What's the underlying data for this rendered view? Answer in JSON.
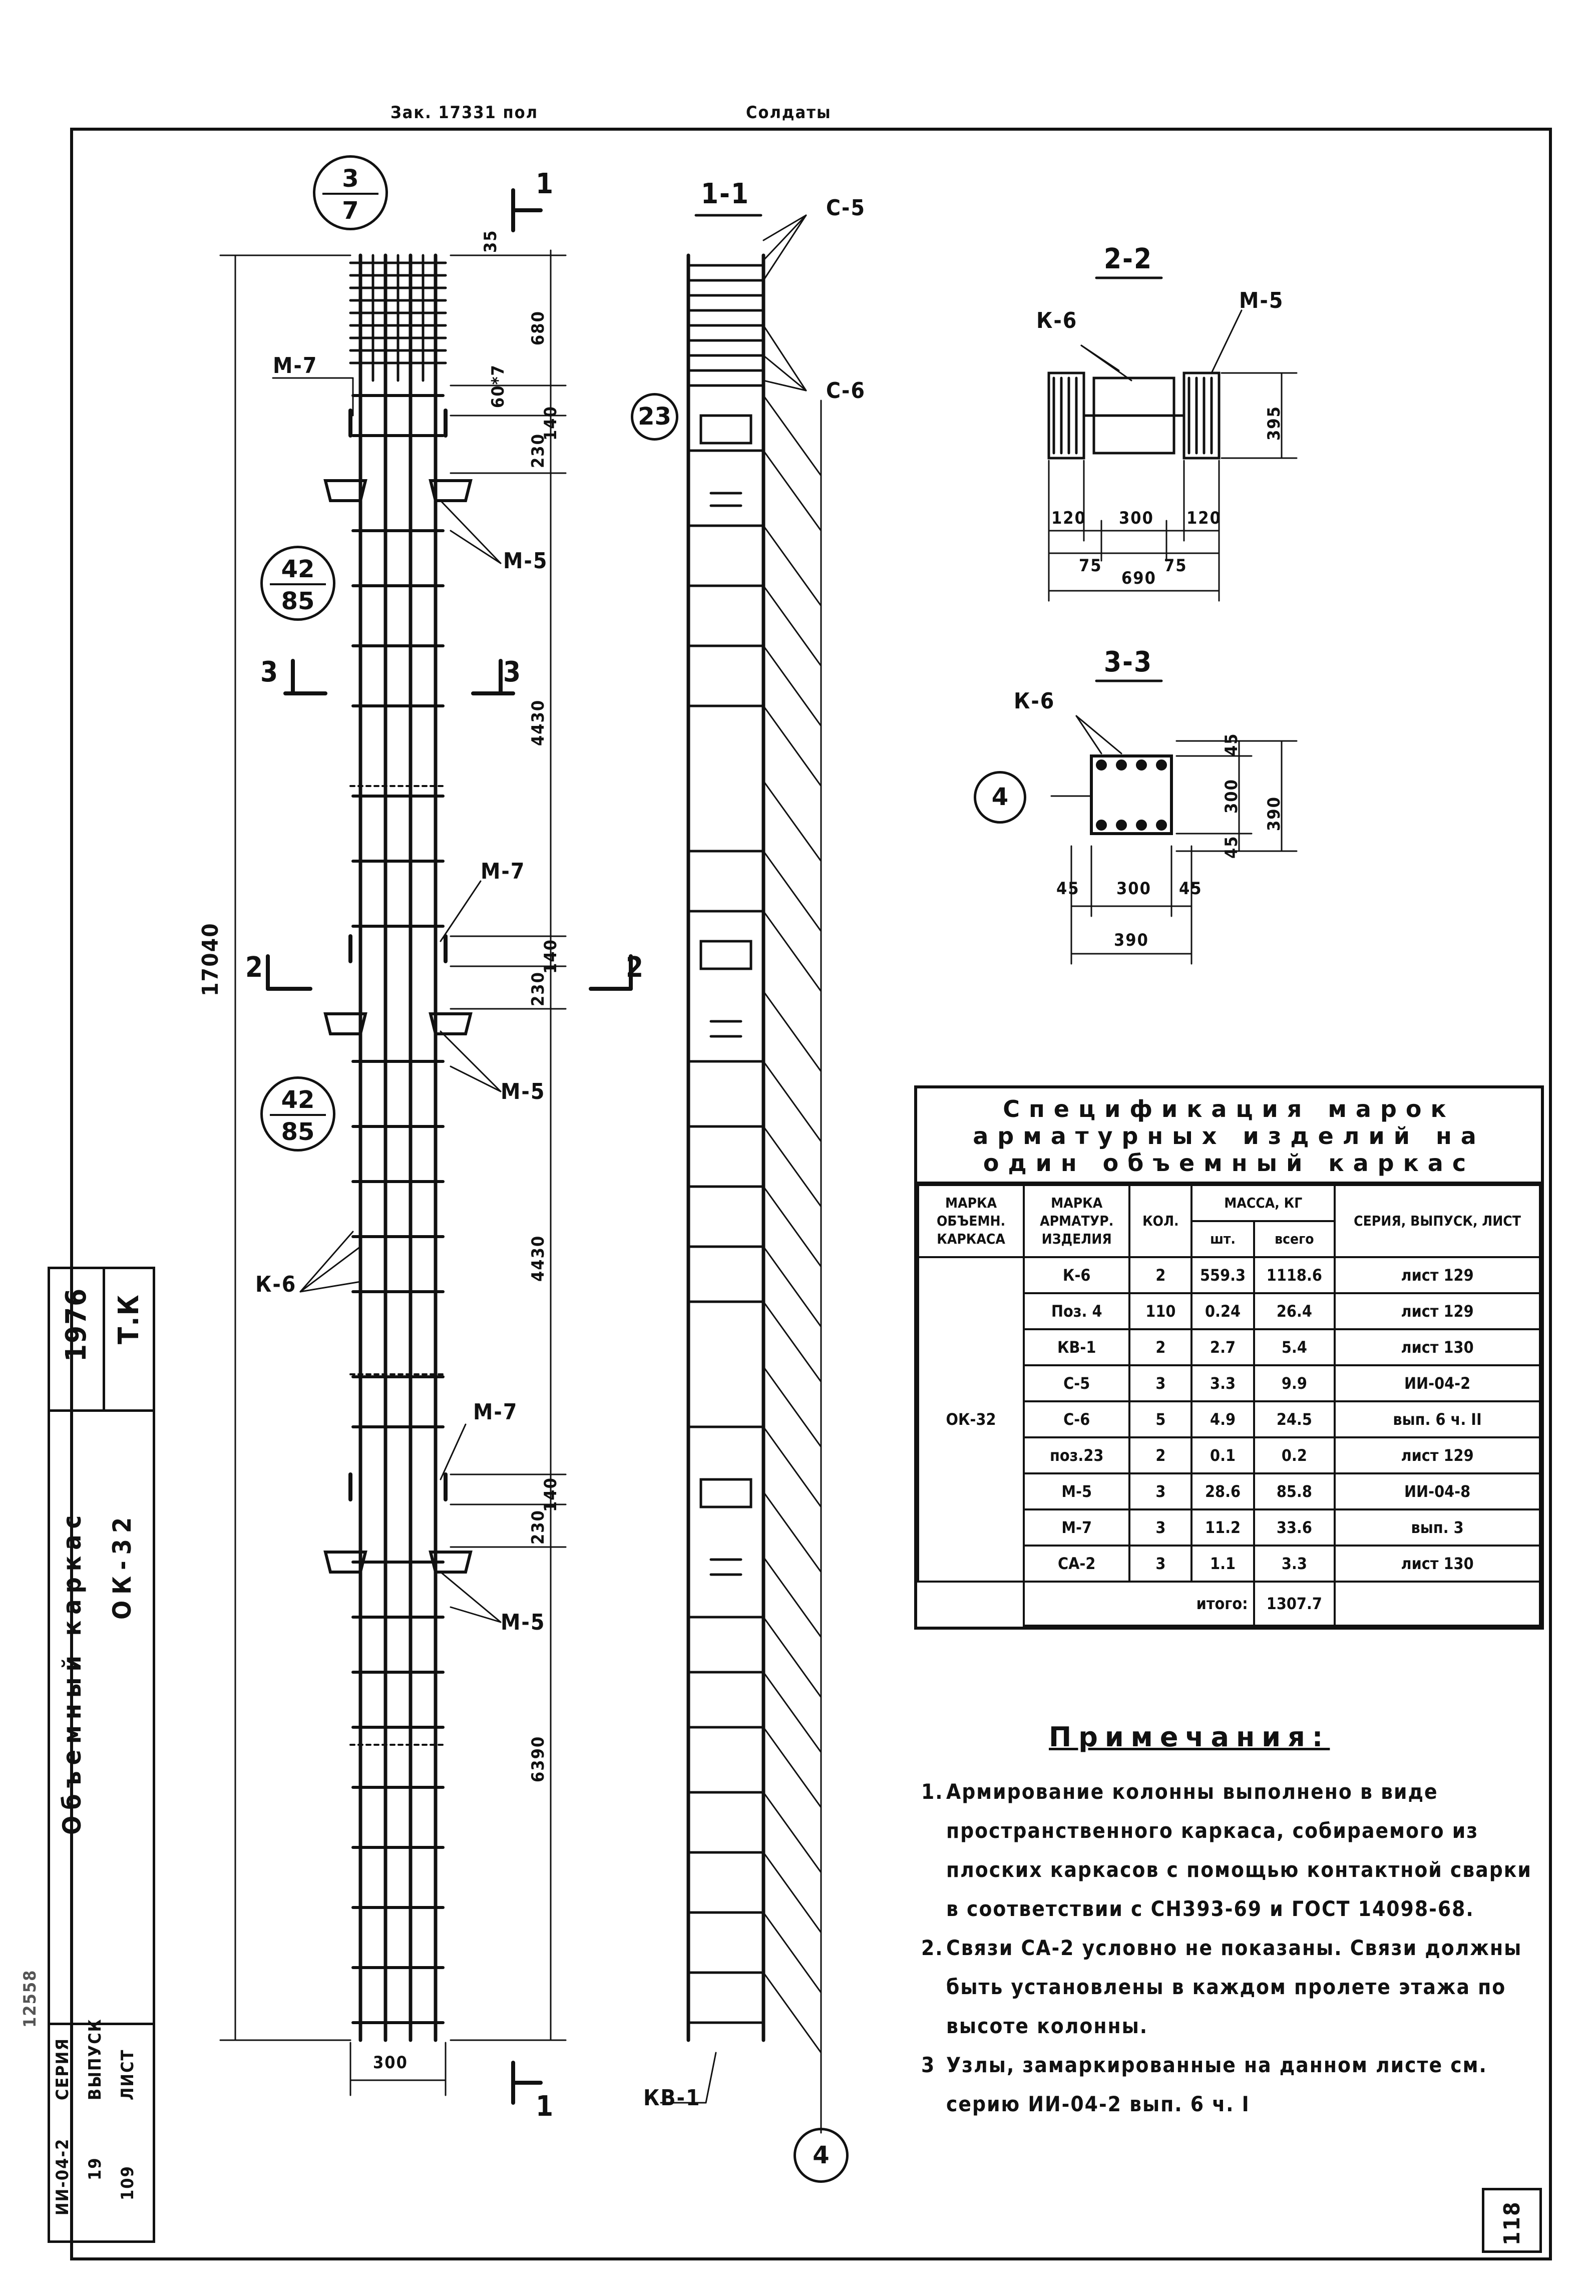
{
  "top_marks": {
    "left": "Зак. 17331 пол",
    "right": "Солдаты"
  },
  "sections": {
    "s11": "1-1",
    "s22": "2-2",
    "s33": "3-3",
    "cut1_top": "1",
    "cut1_bot": "1",
    "cut2_left": "2",
    "cut2_right": "2",
    "cut3_left": "3",
    "cut3_right": "3"
  },
  "node_refs": [
    {
      "top": "3",
      "bottom": "7"
    },
    {
      "top": "42",
      "bottom": "85"
    },
    {
      "top": "42",
      "bottom": "85"
    }
  ],
  "elevation": {
    "total_height": "17040",
    "segments": [
      "680",
      "230",
      "4430",
      "230",
      "4430",
      "230",
      "6390"
    ],
    "small_dims": [
      "35",
      "60*7",
      "140",
      "140",
      "140"
    ],
    "width": "300",
    "labels": {
      "m7": "М-7",
      "m5": "М-5",
      "k6": "К-6",
      "c5": "С-5",
      "c6": "С-6",
      "kv1": "КВ-1",
      "p23": "23",
      "p4": "4"
    }
  },
  "section22": {
    "k6": "К-6",
    "m5": "М-5",
    "height": "395",
    "dims": [
      "120",
      "300",
      "120",
      "75",
      "75",
      "690"
    ]
  },
  "section33": {
    "k6": "К-6",
    "pos": "4",
    "dims_v": [
      "45",
      "300",
      "45",
      "390"
    ],
    "dims_h": [
      "45",
      "300",
      "45",
      "390"
    ]
  },
  "spec": {
    "title": [
      "Спецификация марок",
      "арматурных изделий на",
      "один объемный каркас"
    ],
    "headers": {
      "mark_frame": "МАРКА ОБЪЕМН. КАРКАСА",
      "mark_item": "МАРКА АРМАТУР. ИЗДЕЛИЯ",
      "qty": "КОЛ.",
      "mass": "МАССА, КГ",
      "unit": "шт.",
      "total": "всего",
      "series": "СЕРИЯ, ВЫПУСК, ЛИСТ"
    },
    "frame_mark": "ОК-32",
    "rows": [
      {
        "item": "К-6",
        "qty": "2",
        "unit": "559.3",
        "total": "1118.6",
        "series": "лист 129"
      },
      {
        "item": "Поз. 4",
        "qty": "110",
        "unit": "0.24",
        "total": "26.4",
        "series": "лист 129"
      },
      {
        "item": "КВ-1",
        "qty": "2",
        "unit": "2.7",
        "total": "5.4",
        "series": "лист 130"
      },
      {
        "item": "С-5",
        "qty": "3",
        "unit": "3.3",
        "total": "9.9",
        "series": "ИИ-04-2"
      },
      {
        "item": "С-6",
        "qty": "5",
        "unit": "4.9",
        "total": "24.5",
        "series": "вып. 6 ч. II"
      },
      {
        "item": "поз.23",
        "qty": "2",
        "unit": "0.1",
        "total": "0.2",
        "series": "лист 129"
      },
      {
        "item": "М-5",
        "qty": "3",
        "unit": "28.6",
        "total": "85.8",
        "series": "ИИ-04-8"
      },
      {
        "item": "М-7",
        "qty": "3",
        "unit": "11.2",
        "total": "33.6",
        "series": "вып. 3"
      },
      {
        "item": "СА-2",
        "qty": "3",
        "unit": "1.1",
        "total": "3.3",
        "series": "лист 130"
      }
    ],
    "total_label": "итого:",
    "total_value": "1307.7"
  },
  "notes": {
    "title": "Примечания:",
    "items": [
      {
        "num": "1.",
        "text": "Армирование колонны выполнено в виде пространственного каркаса, собираемого из плоских каркасов с помощью контактной сварки в соответствии с СН393-69 и ГОСТ 14098-68."
      },
      {
        "num": "2.",
        "text": "Связи СА-2 условно не показаны. Связи должны быть установлены в каждом пролете этажа по высоте колонны."
      },
      {
        "num": "3",
        "text": "Узлы, замаркированные на данном листе см. серию ИИ-04-2 вып. 6 ч. I"
      }
    ]
  },
  "title_block": {
    "org": "Т.К",
    "year": "1976",
    "name_line1": "Объемный каркас",
    "name_line2": "ОК-32",
    "series_label": "СЕРИЯ",
    "series": "ИИ-04-2",
    "issue_label": "ВЫПУСК",
    "issue": "19",
    "sheet_label": "ЛИСТ",
    "sheet": "109",
    "stamp_side": "12558"
  },
  "sheet_corner": "118"
}
